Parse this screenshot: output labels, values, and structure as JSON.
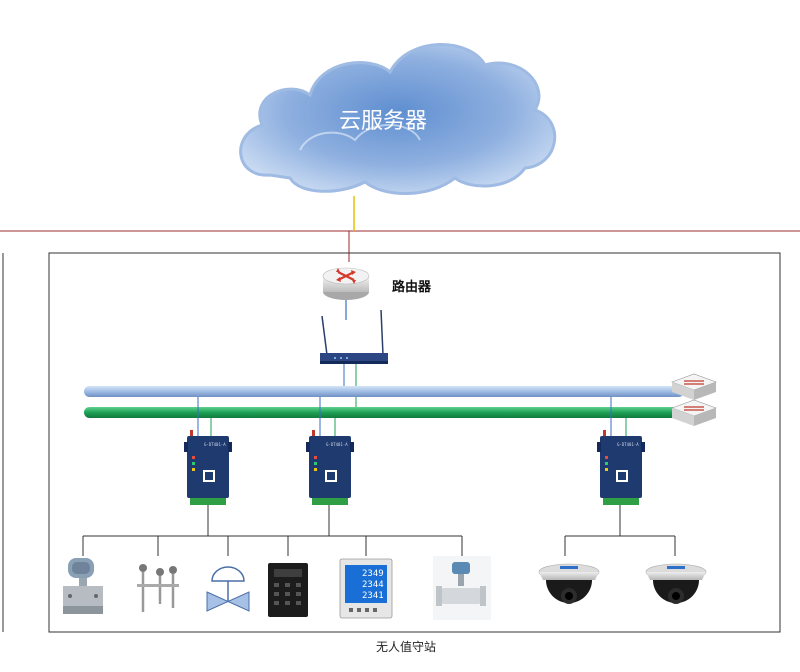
{
  "cloud": {
    "label": "云服务器"
  },
  "router": {
    "label": "路由器"
  },
  "station": {
    "label": "无人值守站"
  },
  "gateway": {
    "model": "G-DT401-A"
  },
  "meter": {
    "line1": "2349",
    "line2": "2344",
    "line3": "2341"
  },
  "colors": {
    "cloud": "#a9c4ea",
    "net_line": "#9b2b2b",
    "bus_blue": "#a9c4e6",
    "bus_green": "#1ea056",
    "device_body": "#1e3a6e"
  },
  "devices": [
    {
      "name": "pressure-transmitter-icon"
    },
    {
      "name": "temperature-sensor-icon"
    },
    {
      "name": "valve-icon"
    },
    {
      "name": "controller-panel-icon"
    },
    {
      "name": "power-meter-icon"
    },
    {
      "name": "flowmeter-icon"
    },
    {
      "name": "dome-camera-icon"
    },
    {
      "name": "dome-camera-icon"
    }
  ]
}
